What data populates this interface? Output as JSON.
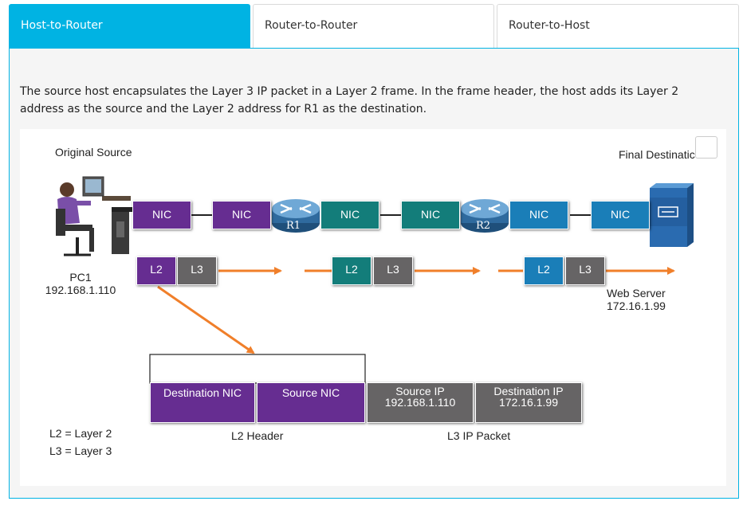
{
  "tabs": [
    {
      "label": "Host-to-Router",
      "active": true
    },
    {
      "label": "Router-to-Router",
      "active": false
    },
    {
      "label": "Router-to-Host",
      "active": false
    }
  ],
  "description": "The source host encapsulates the Layer 3 IP packet in a Layer 2 frame. In the frame header, the host adds its Layer 2 address as the source and the Layer 2 address for R1 as the destination.",
  "diagram": {
    "original_source": "Original Source",
    "final_destination": "Final Destinatic",
    "nic_label": "NIC",
    "router1": "R1",
    "router2": "R2",
    "pc_name": "PC1",
    "pc_ip": "192.168.1.110",
    "server_name": "Web Server",
    "server_ip": "172.16.1.99",
    "l2": "L2",
    "l3": "L3",
    "frame": {
      "dest_nic": "Destination NIC",
      "src_nic": "Source NIC",
      "src_ip_label": "Source IP",
      "src_ip": "192.168.1.110",
      "dst_ip_label": "Destination IP",
      "dst_ip": "172.16.1.99",
      "l2_header": "L2 Header",
      "l3_packet": "L3 IP Packet"
    },
    "legend": {
      "l2": "L2 = Layer 2",
      "l3": "L3 = Layer 3"
    }
  },
  "colors": {
    "accent": "#00b3e3",
    "purple": "#662d91",
    "teal": "#137d7a",
    "blue": "#1a7eb8",
    "gray": "#666465",
    "arrow": "#f07f2a"
  }
}
